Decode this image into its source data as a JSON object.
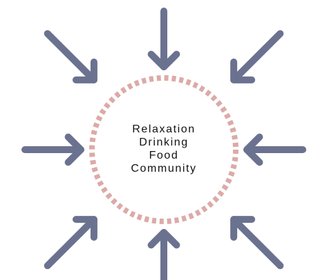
{
  "diagram": {
    "center_labels": [
      "Relaxation",
      "Drinking",
      "Food",
      "Community"
    ],
    "arrow_count": 8,
    "colors": {
      "arrow": "#6b7290",
      "ring": "#dcaaa8",
      "text": "#111111",
      "background": "#ffffff"
    }
  }
}
